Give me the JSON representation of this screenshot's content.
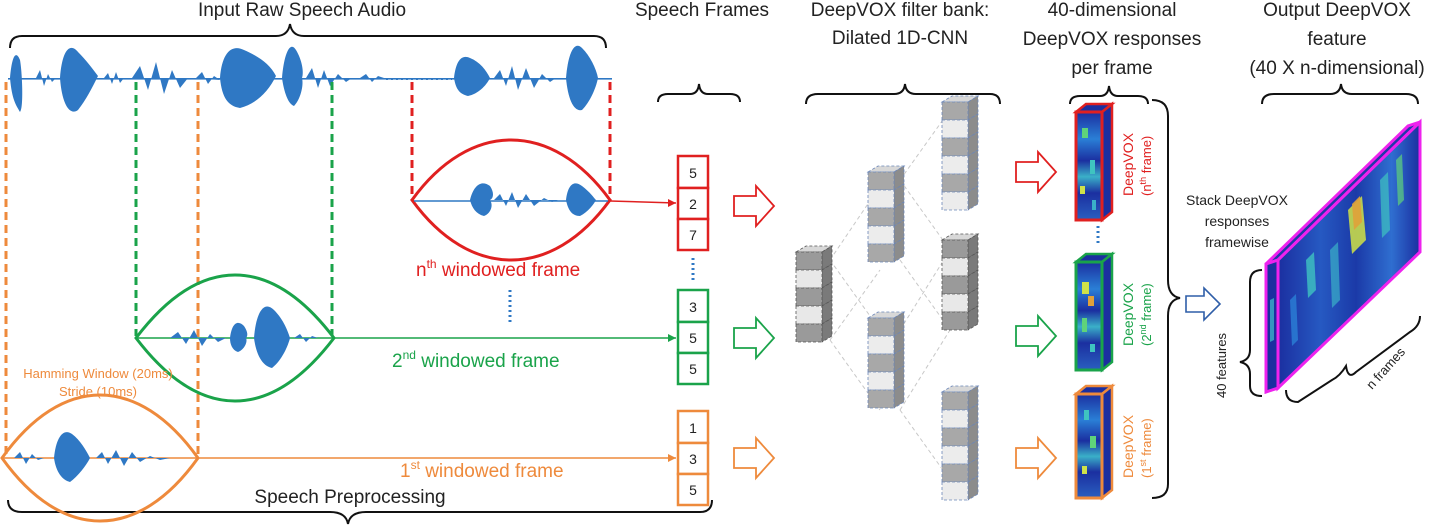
{
  "headings": {
    "raw_audio": "Input Raw Speech Audio",
    "speech_frames": "Speech Frames",
    "filter_bank_line1": "DeepVOX filter bank:",
    "filter_bank_line2": "Dilated 1D-CNN",
    "responses_line1": "40-dimensional",
    "responses_line2": "DeepVOX responses",
    "responses_line3": "per frame",
    "output_line1": "Output DeepVOX",
    "output_line2": "feature",
    "output_line3": "(40 X n-dimensional)"
  },
  "preprocessing_label": "Speech Preprocessing",
  "hamming": {
    "line1": "Hamming Window (20ms)",
    "line2": "Stride (10ms)"
  },
  "windowed_frames": {
    "nth": {
      "sup": "th",
      "prefix": "n",
      "suffix": " windowed frame"
    },
    "second": {
      "sup": "nd",
      "prefix": "2",
      "suffix": " windowed frame"
    },
    "first": {
      "sup": "st",
      "prefix": "1",
      "suffix": " windowed frame"
    }
  },
  "frame_values": {
    "nth": [
      "5",
      "2",
      "7"
    ],
    "second": [
      "3",
      "5",
      "5"
    ],
    "first": [
      "1",
      "3",
      "5"
    ]
  },
  "response_labels": {
    "nth": {
      "main": "DeepVOX",
      "sub_pre": "(n",
      "sub_sup": "th",
      "sub_post": " frame)"
    },
    "second": {
      "main": "DeepVOX",
      "sub_pre": "(2",
      "sub_sup": "nd",
      "sub_post": " frame)"
    },
    "first": {
      "main": "DeepVOX",
      "sub_pre": "(1",
      "sub_sup": "st",
      "sub_post": " frame)"
    }
  },
  "stack": {
    "line1": "Stack DeepVOX",
    "line2": "responses",
    "line3": "framewise"
  },
  "axis_labels": {
    "features": "40 features",
    "frames": "n frames"
  },
  "colors": {
    "nth": "#e02020",
    "second": "#1aa34a",
    "first": "#ee8a3c",
    "waveform": "#2f78c4",
    "output_border": "#ee22ee",
    "text": "#222222"
  }
}
